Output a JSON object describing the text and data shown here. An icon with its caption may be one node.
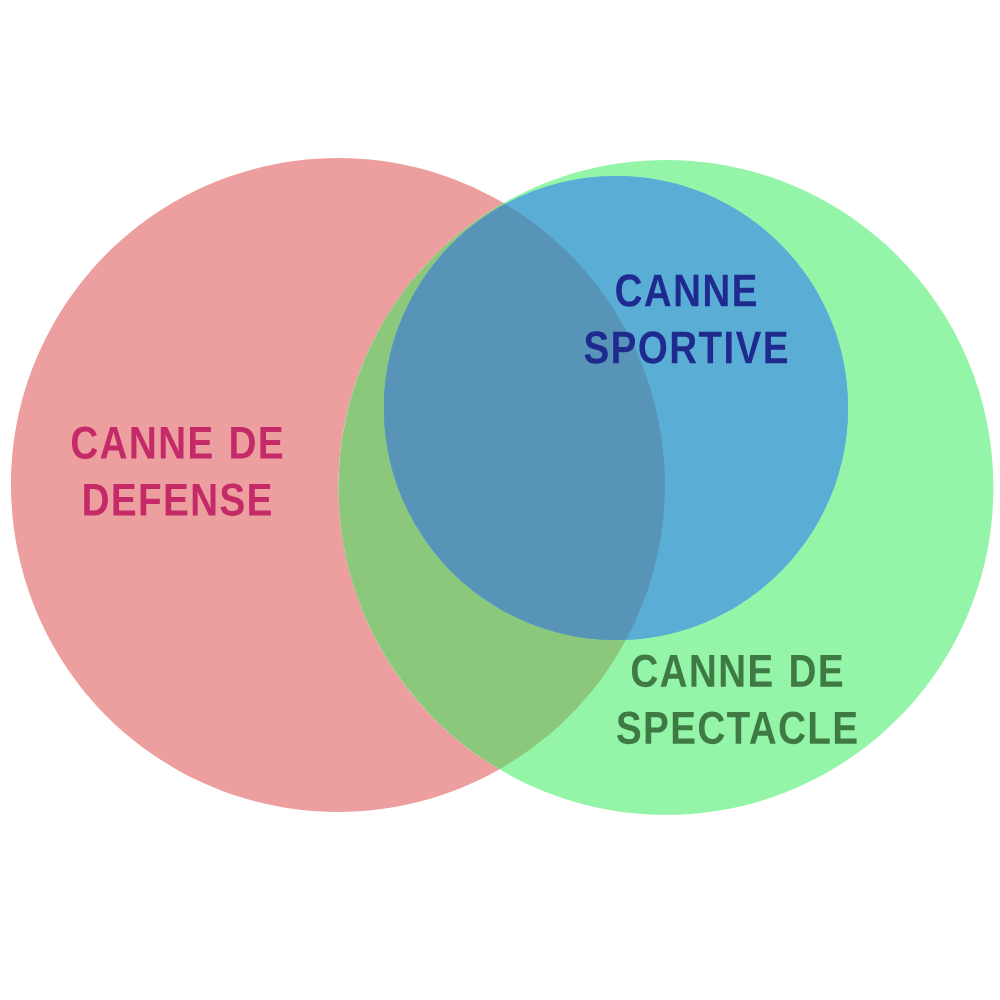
{
  "diagram": {
    "nodes": [
      {
        "text": [
          "CANNE DE DEFENSE"
        ]
      },
      {
        "text": [
          "CANNE DE SPECTACLE"
        ]
      },
      {
        "text": [
          "CANNE SPORTIVE"
        ],
        "in": 1
      }
    ]
  }
}
